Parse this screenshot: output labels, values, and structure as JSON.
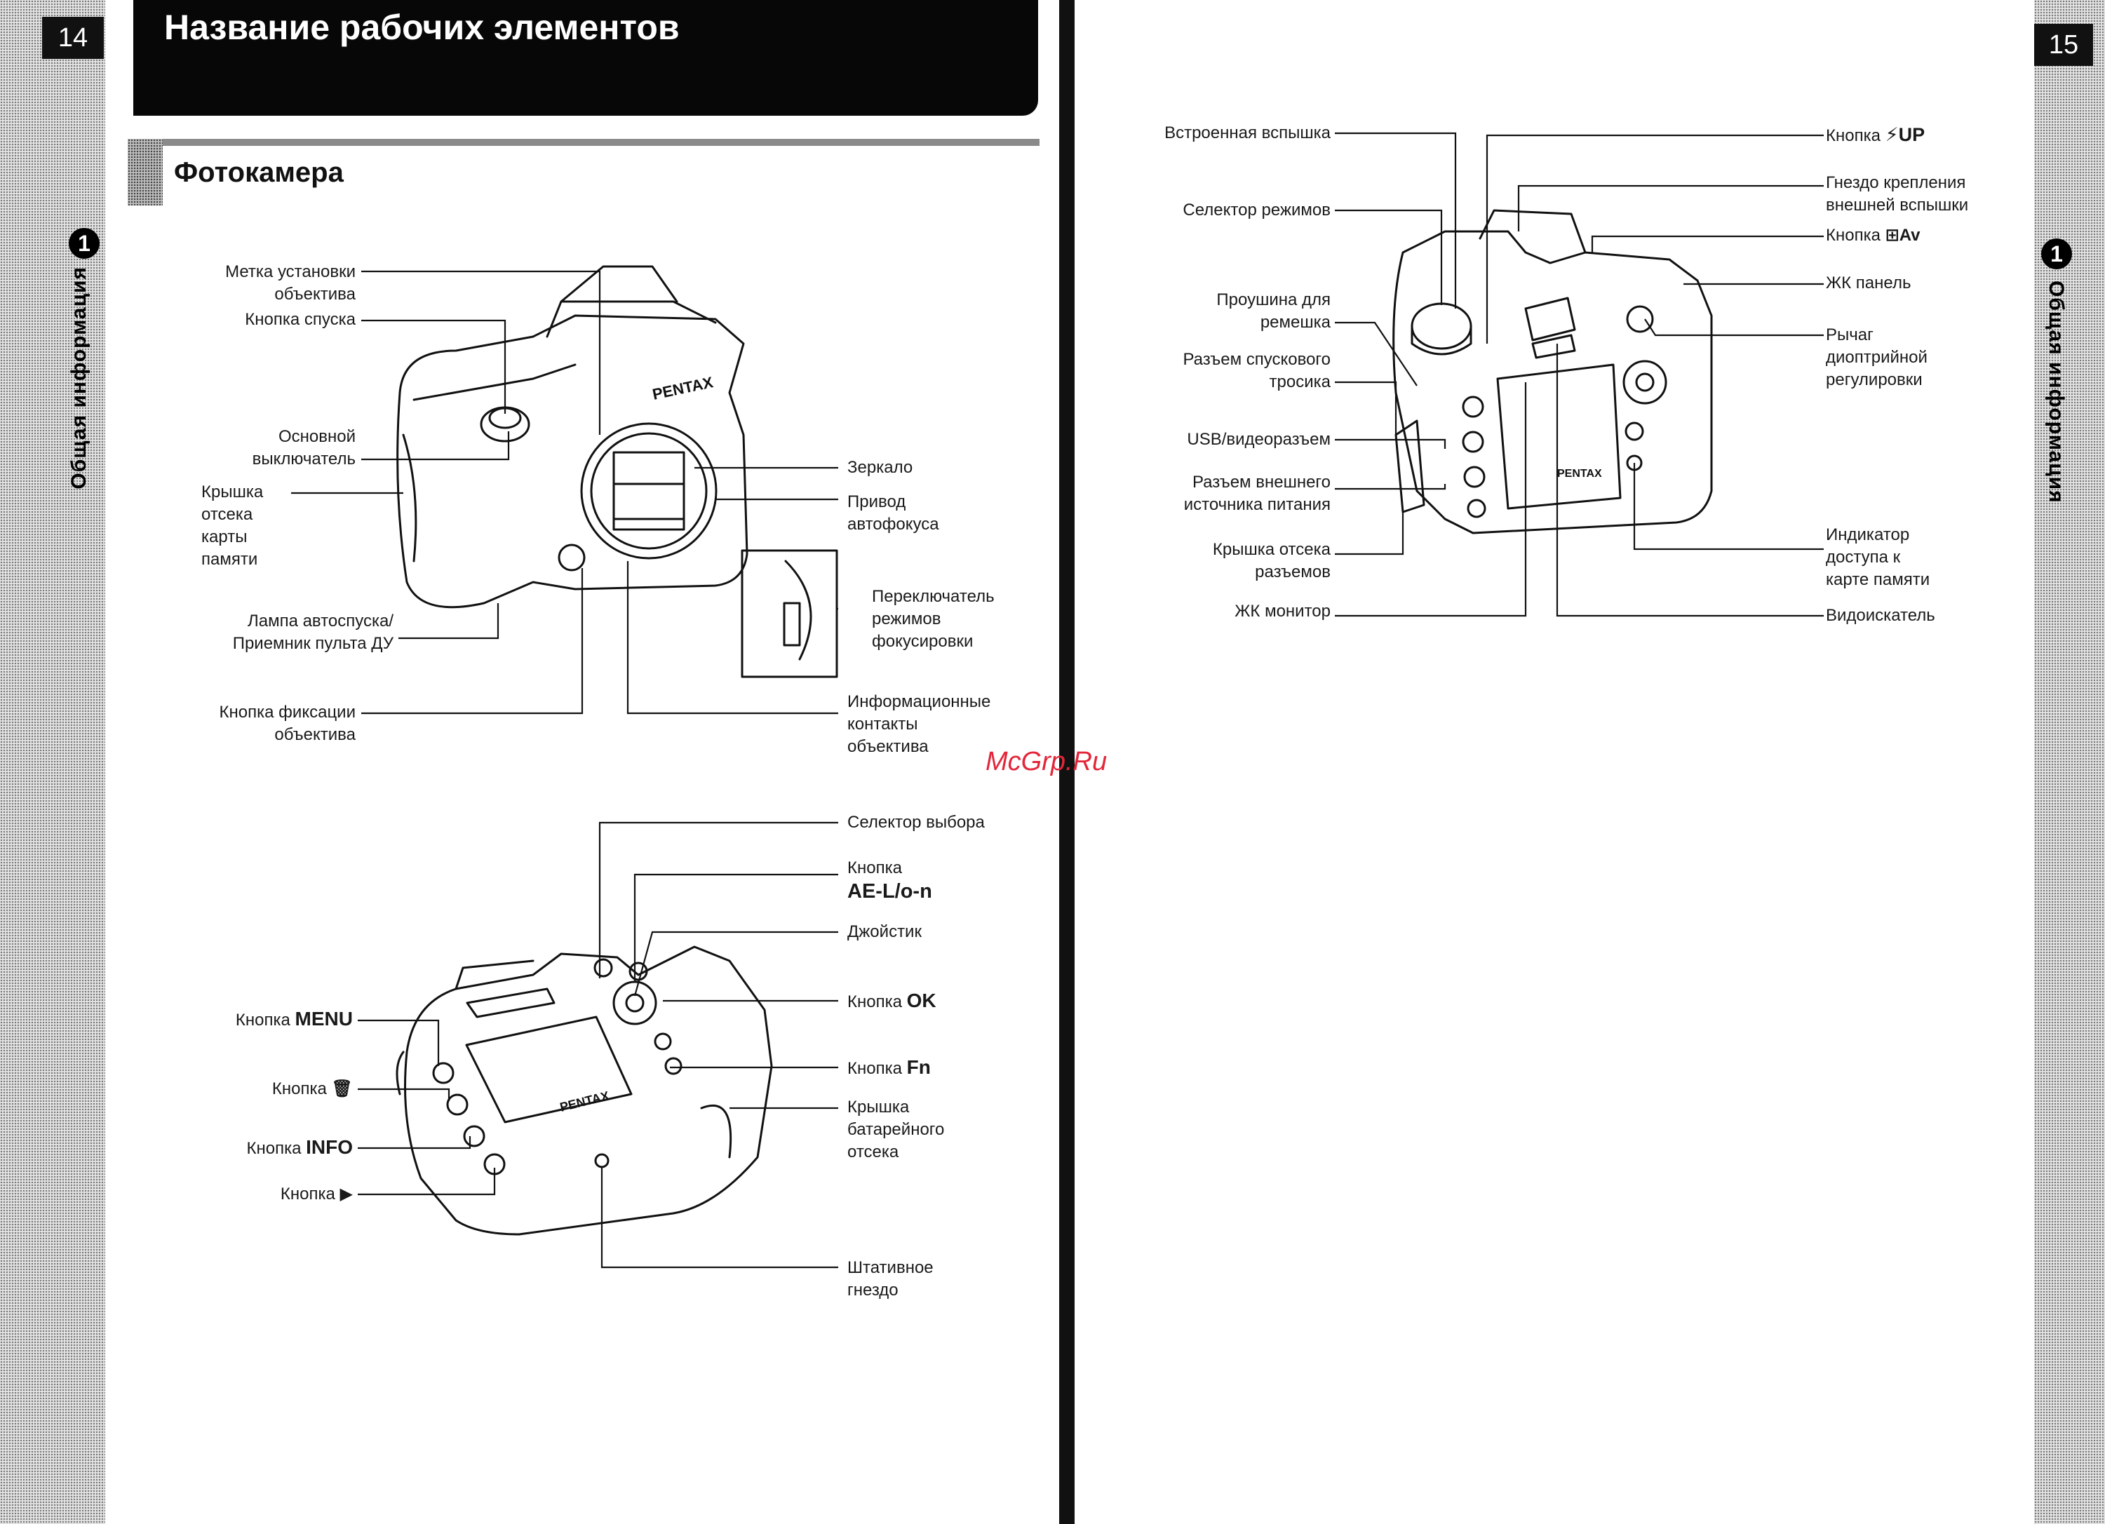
{
  "pages": {
    "left": "14",
    "right": "15"
  },
  "chapter_number": "1",
  "chapter_title": "Общая информация",
  "header_title": "Название рабочих элементов",
  "section_title": "Фотокамера",
  "watermark": "McGrp.Ru",
  "front_view": {
    "labels": {
      "lens_mount_index": [
        "Метка установки",
        "объектива"
      ],
      "shutter_release": "Кнопка спуска",
      "main_switch": [
        "Основной",
        "выключатель"
      ],
      "card_cover": [
        "Крышка",
        "отсека",
        "карты",
        "памяти"
      ],
      "self_timer_lamp": [
        "Лампа автоспуска/",
        "Приемник пульта ДУ"
      ],
      "lens_lock_button": [
        "Кнопка фиксации",
        "объектива"
      ],
      "mirror": "Зеркало",
      "af_coupler": [
        "Привод",
        "автофокуса"
      ],
      "focus_mode_lever": [
        "Переключатель",
        "режимов",
        "фокусировки"
      ],
      "lens_contacts": [
        "Информационные",
        "контакты",
        "объектива"
      ]
    }
  },
  "back_view": {
    "labels": {
      "command_dial": "Селектор выбора",
      "ae_l_button": [
        "Кнопка",
        "AE-L/o-n"
      ],
      "joystick": "Джойстик",
      "ok_button": {
        "prefix": "Кнопка ",
        "key": "OK"
      },
      "fn_button": {
        "prefix": "Кнопка ",
        "key": "Fn"
      },
      "battery_cover": [
        "Крышка",
        "батарейного",
        "отсека"
      ],
      "tripod_socket": [
        "Штативное",
        "гнездо"
      ],
      "menu_button": {
        "prefix": "Кнопка ",
        "key": "MENU"
      },
      "delete_button": {
        "prefix": "Кнопка ",
        "key": "🗑"
      },
      "info_button": {
        "prefix": "Кнопка ",
        "key": "INFO"
      },
      "play_button": {
        "prefix": "Кнопка ",
        "key": "▶"
      }
    }
  },
  "right_view": {
    "labels": {
      "builtin_flash": "Встроенная вспышка",
      "mode_dial": "Селектор режимов",
      "strap_lug": [
        "Проушина для",
        "ремешка"
      ],
      "cable_release": [
        "Разъем спускового",
        "тросика"
      ],
      "usb_video": "USB/видеоразъем",
      "dc_input": [
        "Разъем внешнего",
        "источника питания"
      ],
      "terminal_cover": [
        "Крышка отсека",
        "разъемов"
      ],
      "lcd_monitor": "ЖК монитор",
      "flash_up_button": {
        "prefix": "Кнопка ",
        "key": "⚡UP"
      },
      "hot_shoe": [
        "Гнездо крепления",
        "внешней вспышки"
      ],
      "av_button": {
        "prefix": "Кнопка ",
        "key": "⊞Av"
      },
      "lcd_panel": "ЖК панель",
      "diopter_lever": [
        "Рычаг",
        "диоптрийной",
        "регулировки"
      ],
      "card_access_lamp": [
        "Индикатор",
        "доступа к",
        "карте памяти"
      ],
      "viewfinder": "Видоискатель"
    }
  }
}
